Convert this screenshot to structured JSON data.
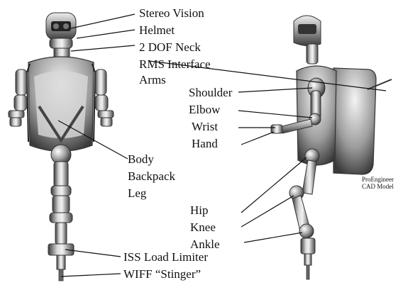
{
  "front_labels": {
    "stereo_vision": "Stereo Vision",
    "helmet": "Helmet",
    "neck": "2 DOF Neck",
    "rms_interface": "RMS Interface",
    "arms": "Arms",
    "body": "Body",
    "backpack": "Backpack",
    "leg": "Leg",
    "iss_load_limiter": "ISS Load Limiter",
    "wiff_stinger": "WIFF “Stinger”"
  },
  "side_labels": {
    "shoulder": "Shoulder",
    "elbow": "Elbow",
    "wrist": "Wrist",
    "hand": "Hand",
    "hip": "Hip",
    "knee": "Knee",
    "ankle": "Ankle"
  },
  "caption": {
    "line1": "ProEngineer",
    "line2": "CAD Model"
  }
}
